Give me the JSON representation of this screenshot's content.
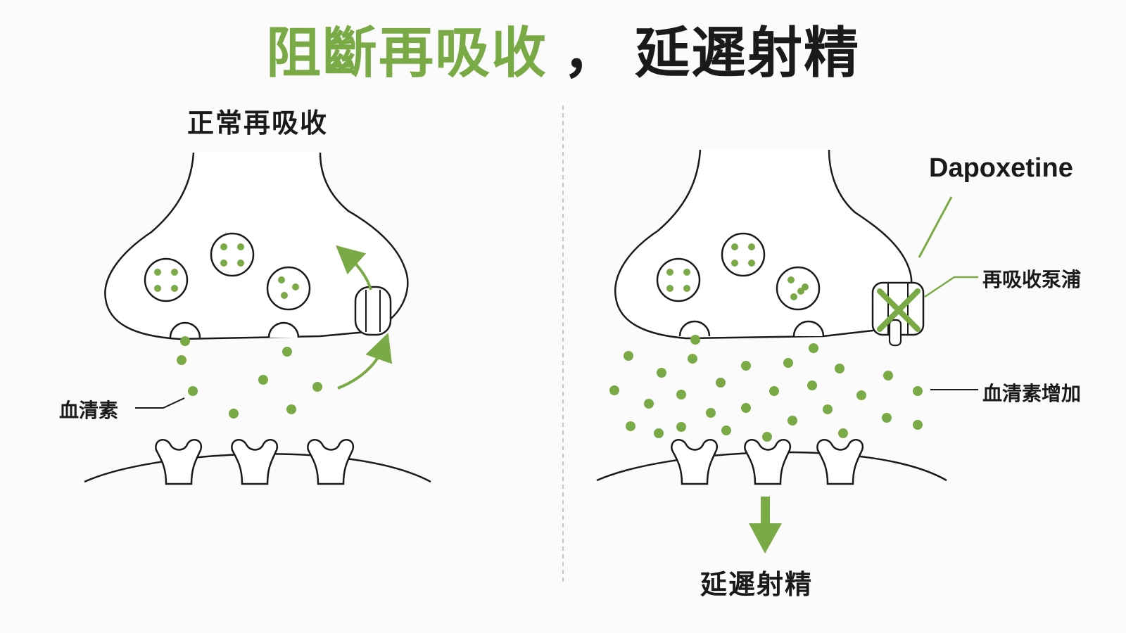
{
  "title": {
    "highlight": "阻斷再吸收",
    "separator": "，",
    "rest": "延遲射精"
  },
  "left_panel": {
    "heading": "正常再吸收",
    "label_serotonin": "血清素"
  },
  "right_panel": {
    "label_drug": "Dapoxetine",
    "label_pump": "再吸收泵浦",
    "label_serotonin_increase": "血清素增加",
    "result": "延遲射精"
  },
  "colors": {
    "accent_green": "#7aaa46",
    "line": "#1a1a1a",
    "background": "#fbfbfb"
  },
  "icons": [
    "green-arrow-icon",
    "blocked-x-icon",
    "down-arrow-icon"
  ]
}
